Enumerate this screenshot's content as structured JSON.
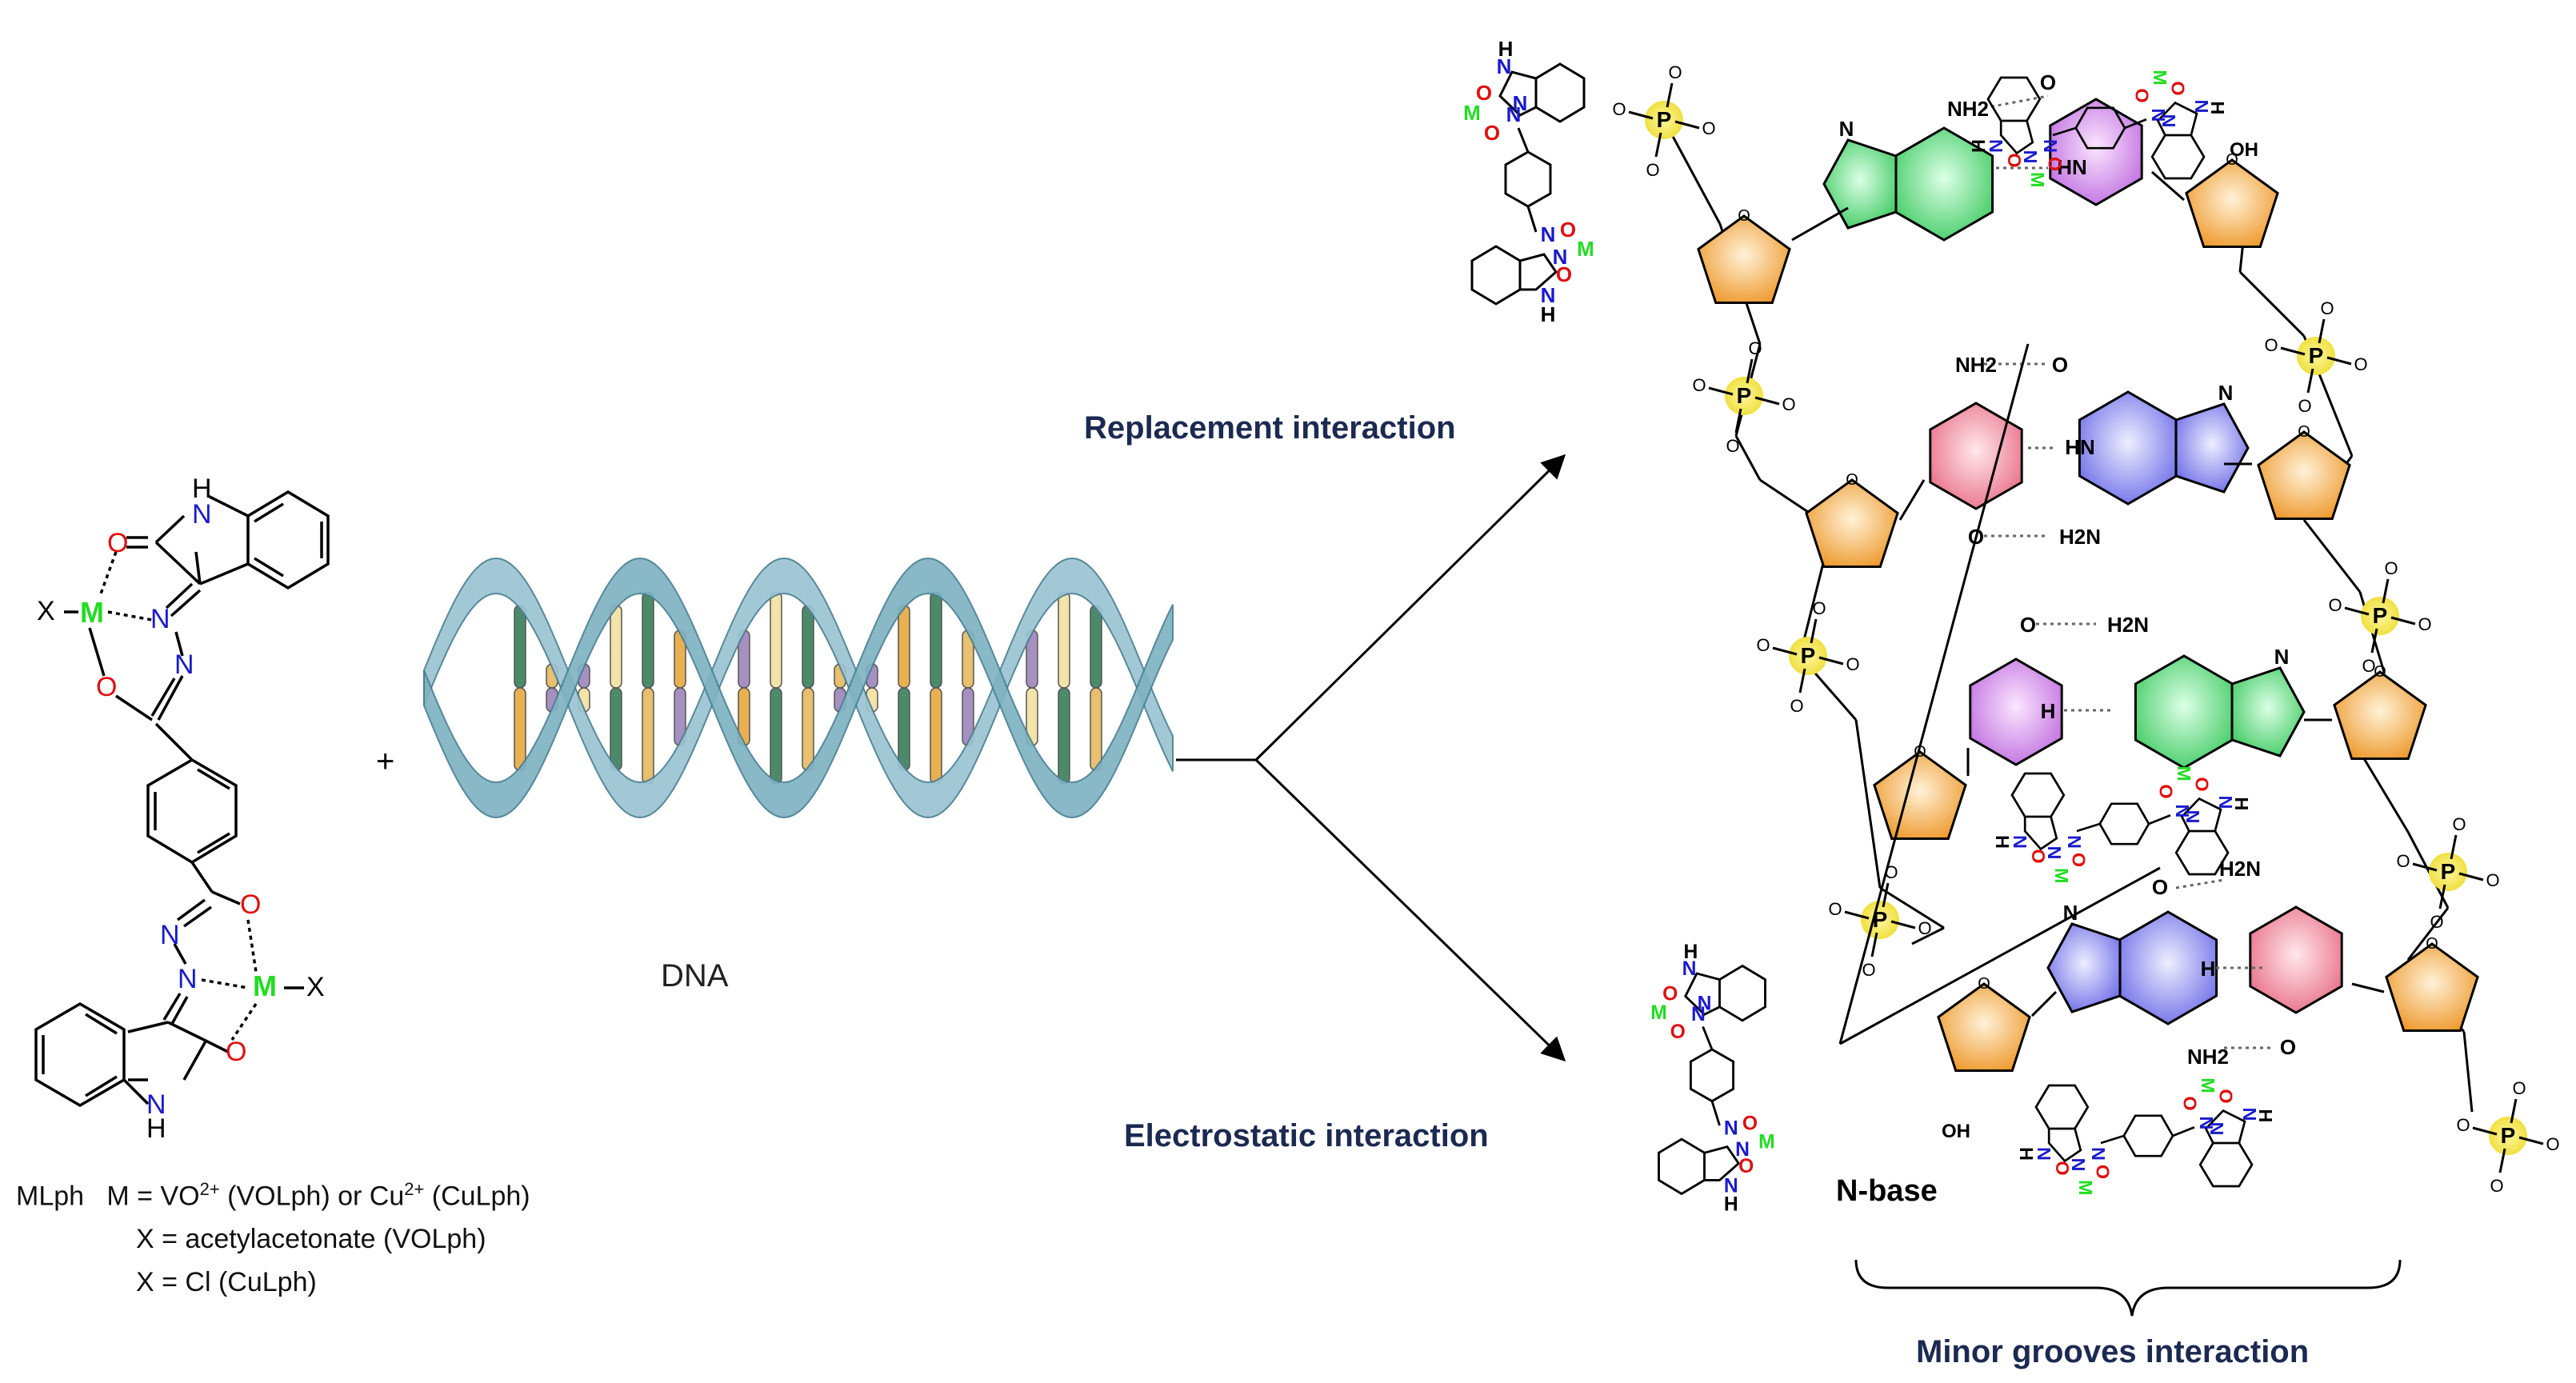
{
  "labels": {
    "plus": "+",
    "dna": "DNA",
    "replacement": "Replacement  interaction",
    "electrostatic": "Electrostatic  interaction",
    "minor_grooves": "Minor  grooves interaction",
    "n_base": "N-base"
  },
  "legend": {
    "complex_name": "MLph",
    "metal_line": "M = VO2+ (VOLph) or Cu2+ (CuLph)",
    "metal_prefix": "M = VO",
    "metal_sup1": "2+",
    "metal_mid": " (VOLph) or Cu",
    "metal_sup2": "2+",
    "metal_suffix": " (CuLph)",
    "x_line1": "X = acetylacetonate (VOLph)",
    "x_line2": "X = Cl (CuLph)"
  },
  "structure_atoms": {
    "nh": "H",
    "n": "N",
    "o": "O",
    "m": "M",
    "x": "X",
    "nh2": "NH2",
    "h2n": "H2N",
    "hn": "HN",
    "oh": "OH",
    "p": "P"
  },
  "colors": {
    "metal": "#22dd22",
    "nitrogen": "#1a1acc",
    "oxygen": "#e01010",
    "adenine": "#66dd88",
    "thymine": "#d89ae8",
    "guanine": "#9a9af0",
    "cytosine": "#f09aa8",
    "sugar": "#f2aa44",
    "phosphate": "#f4e84a",
    "helix": "#7fb2c2",
    "navy": "#1c2a52"
  }
}
